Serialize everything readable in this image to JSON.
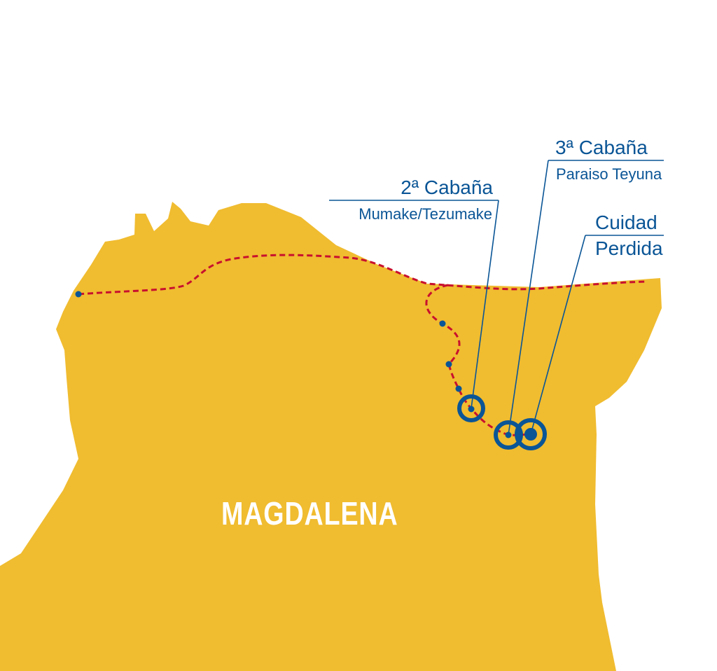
{
  "map": {
    "region_label": "MAGDALENA",
    "colors": {
      "land": "#F0BC30",
      "route": "#C8102E",
      "marker": "#0A5596"
    },
    "stops": [
      {
        "title": "2ª Cabaña",
        "subtitle": "Mumake/Tezumake"
      },
      {
        "title": "3ª Cabaña",
        "subtitle": "Paraiso Teyuna"
      },
      {
        "title": "Cuidad",
        "subtitle": "Perdida"
      }
    ]
  }
}
